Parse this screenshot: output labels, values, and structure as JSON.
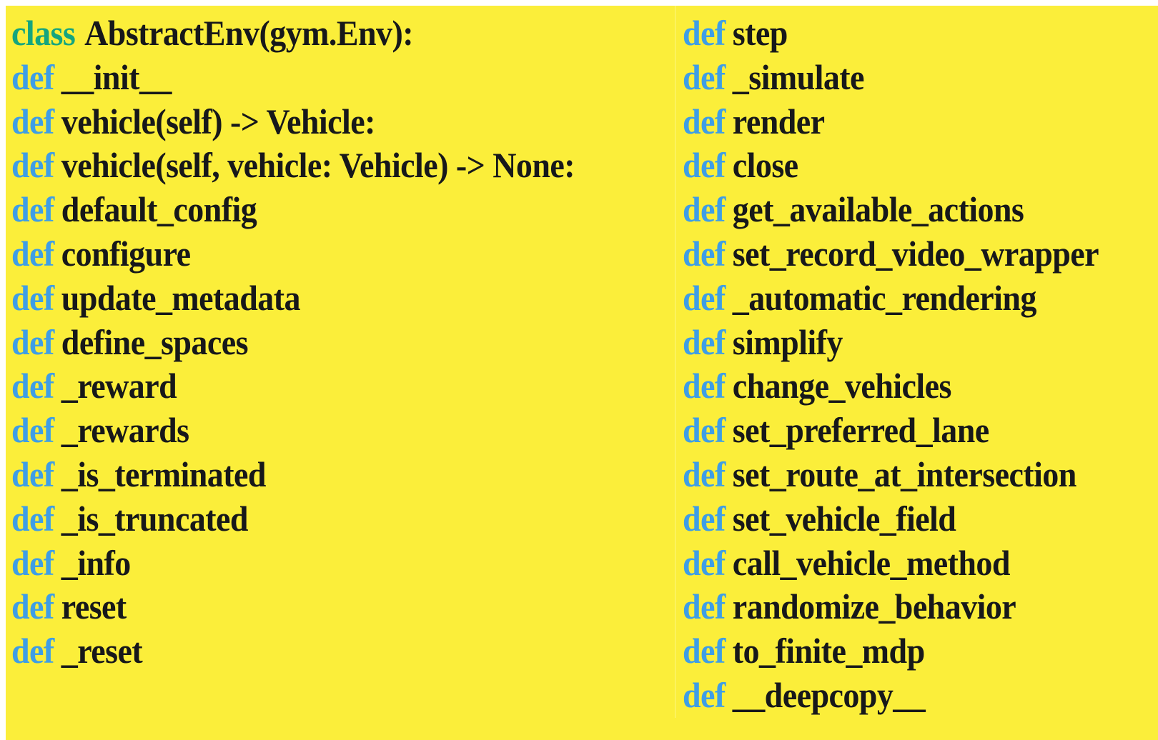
{
  "card": {
    "background_color": "#fbee3a",
    "page_background_color": "#ffffff",
    "divider_color": "#fdf67f"
  },
  "colors": {
    "keyword_class": "#15a57e",
    "keyword_def": "#3e9ee6",
    "identifier": "#17181a"
  },
  "keywords": {
    "class": "class",
    "def": "def"
  },
  "left_column": {
    "lines": [
      {
        "keyword": "class",
        "name": "AbstractEnv(gym.Env):"
      },
      {
        "keyword": "def",
        "name": "__init__"
      },
      {
        "keyword": "def",
        "name": "vehicle(self) -> Vehicle:"
      },
      {
        "keyword": "def",
        "name": "vehicle(self, vehicle: Vehicle) -> None:"
      },
      {
        "keyword": "def",
        "name": "default_config"
      },
      {
        "keyword": "def",
        "name": "configure"
      },
      {
        "keyword": "def",
        "name": "update_metadata"
      },
      {
        "keyword": "def",
        "name": "define_spaces"
      },
      {
        "keyword": "def",
        "name": "_reward"
      },
      {
        "keyword": "def",
        "name": "_rewards"
      },
      {
        "keyword": "def",
        "name": "_is_terminated"
      },
      {
        "keyword": "def",
        "name": "_is_truncated"
      },
      {
        "keyword": "def",
        "name": "_info"
      },
      {
        "keyword": "def",
        "name": "reset"
      },
      {
        "keyword": "def",
        "name": "_reset"
      }
    ]
  },
  "right_column": {
    "lines": [
      {
        "keyword": "def",
        "name": "step"
      },
      {
        "keyword": "def",
        "name": "_simulate"
      },
      {
        "keyword": "def",
        "name": "render"
      },
      {
        "keyword": "def",
        "name": "close"
      },
      {
        "keyword": "def",
        "name": "get_available_actions"
      },
      {
        "keyword": "def",
        "name": "set_record_video_wrapper"
      },
      {
        "keyword": "def",
        "name": "_automatic_rendering"
      },
      {
        "keyword": "def",
        "name": "simplify"
      },
      {
        "keyword": "def",
        "name": "change_vehicles"
      },
      {
        "keyword": "def",
        "name": "set_preferred_lane"
      },
      {
        "keyword": "def",
        "name": "set_route_at_intersection"
      },
      {
        "keyword": "def",
        "name": "set_vehicle_field"
      },
      {
        "keyword": "def",
        "name": "call_vehicle_method"
      },
      {
        "keyword": "def",
        "name": "randomize_behavior"
      },
      {
        "keyword": "def",
        "name": "to_finite_mdp"
      },
      {
        "keyword": "def",
        "name": "__deepcopy__"
      }
    ]
  }
}
